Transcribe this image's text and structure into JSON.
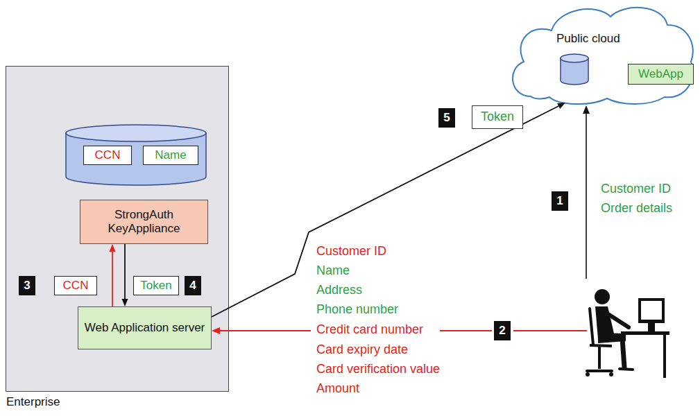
{
  "diagram": {
    "nodes": [
      {
        "text": [
          "Enterprise"
        ]
      },
      {
        "text": [
          "CCN"
        ],
        "in": 0
      },
      {
        "text": [
          "Name"
        ],
        "in": 0
      },
      {
        "text": [
          "StrongAuth KeyAppliance"
        ],
        "in": 0
      },
      {
        "text": [
          "CCN"
        ],
        "in": 0
      },
      {
        "text": [
          "Token"
        ],
        "in": 0
      },
      {
        "text": [
          "Web Application server"
        ],
        "in": 0
      },
      {
        "text": [
          "Public cloud"
        ]
      },
      {
        "text": [
          "WebApp"
        ],
        "in": 7
      },
      {
        "text": [
          "Token"
        ]
      }
    ],
    "edges": [
      {
        "from": 6,
        "to": 3,
        "arrow": "to"
      },
      {
        "from": 3,
        "to": 6,
        "arrow": "to"
      },
      {
        "from": 6,
        "to": 7,
        "arrow": "to"
      }
    ],
    "labels": [
      "5",
      "1",
      "Customer ID",
      "Order details",
      "3",
      "4",
      "Customer ID",
      "Name",
      "Address",
      "Phone number",
      "Credit card number",
      "2",
      "Card expiry date",
      "Card verification value",
      "Amount"
    ]
  }
}
